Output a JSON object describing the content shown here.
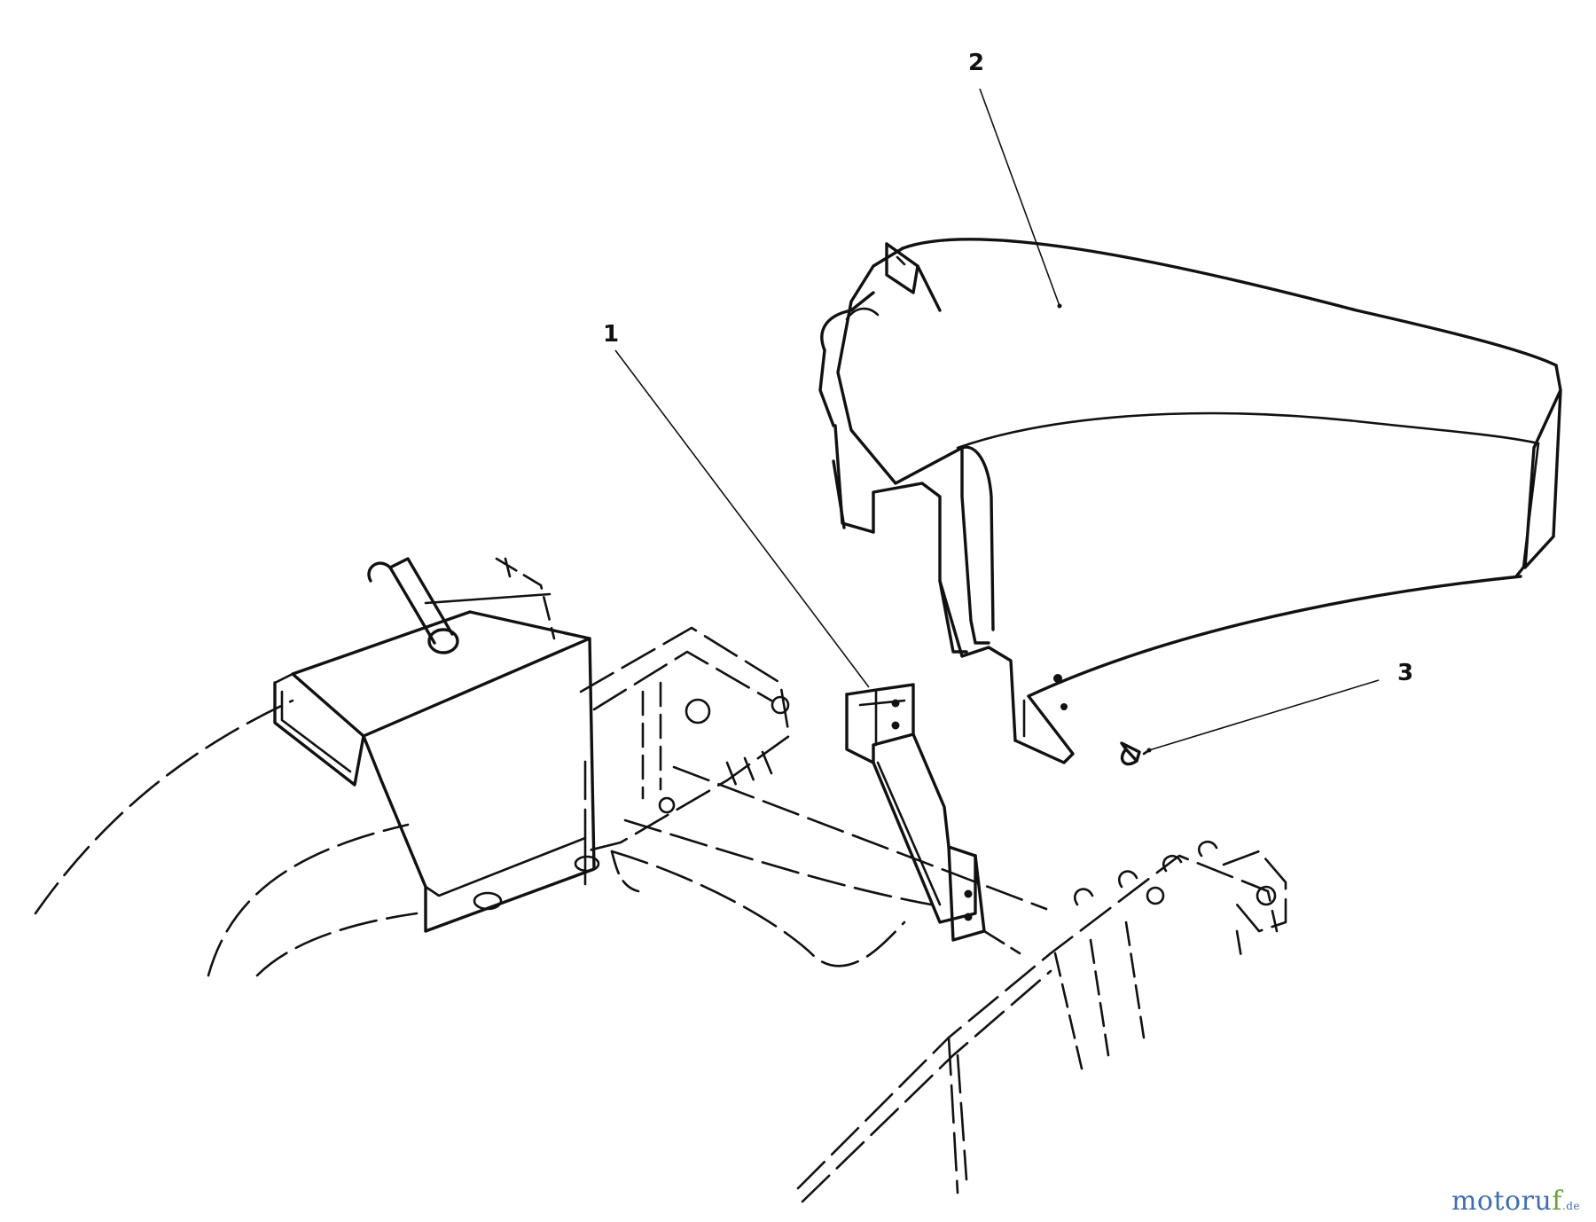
{
  "diagram": {
    "callouts": [
      {
        "id": "1",
        "label": "1"
      },
      {
        "id": "2",
        "label": "2"
      },
      {
        "id": "3",
        "label": "3"
      }
    ],
    "parts": [
      "bracket",
      "discharge-chute",
      "screw",
      "chute-door",
      "deck",
      "handle"
    ]
  },
  "watermark": {
    "main": "motoru",
    "accent": "f",
    "tld": ".de",
    "main_color": "#3f6fb0",
    "accent_color": "#6aa33a"
  }
}
